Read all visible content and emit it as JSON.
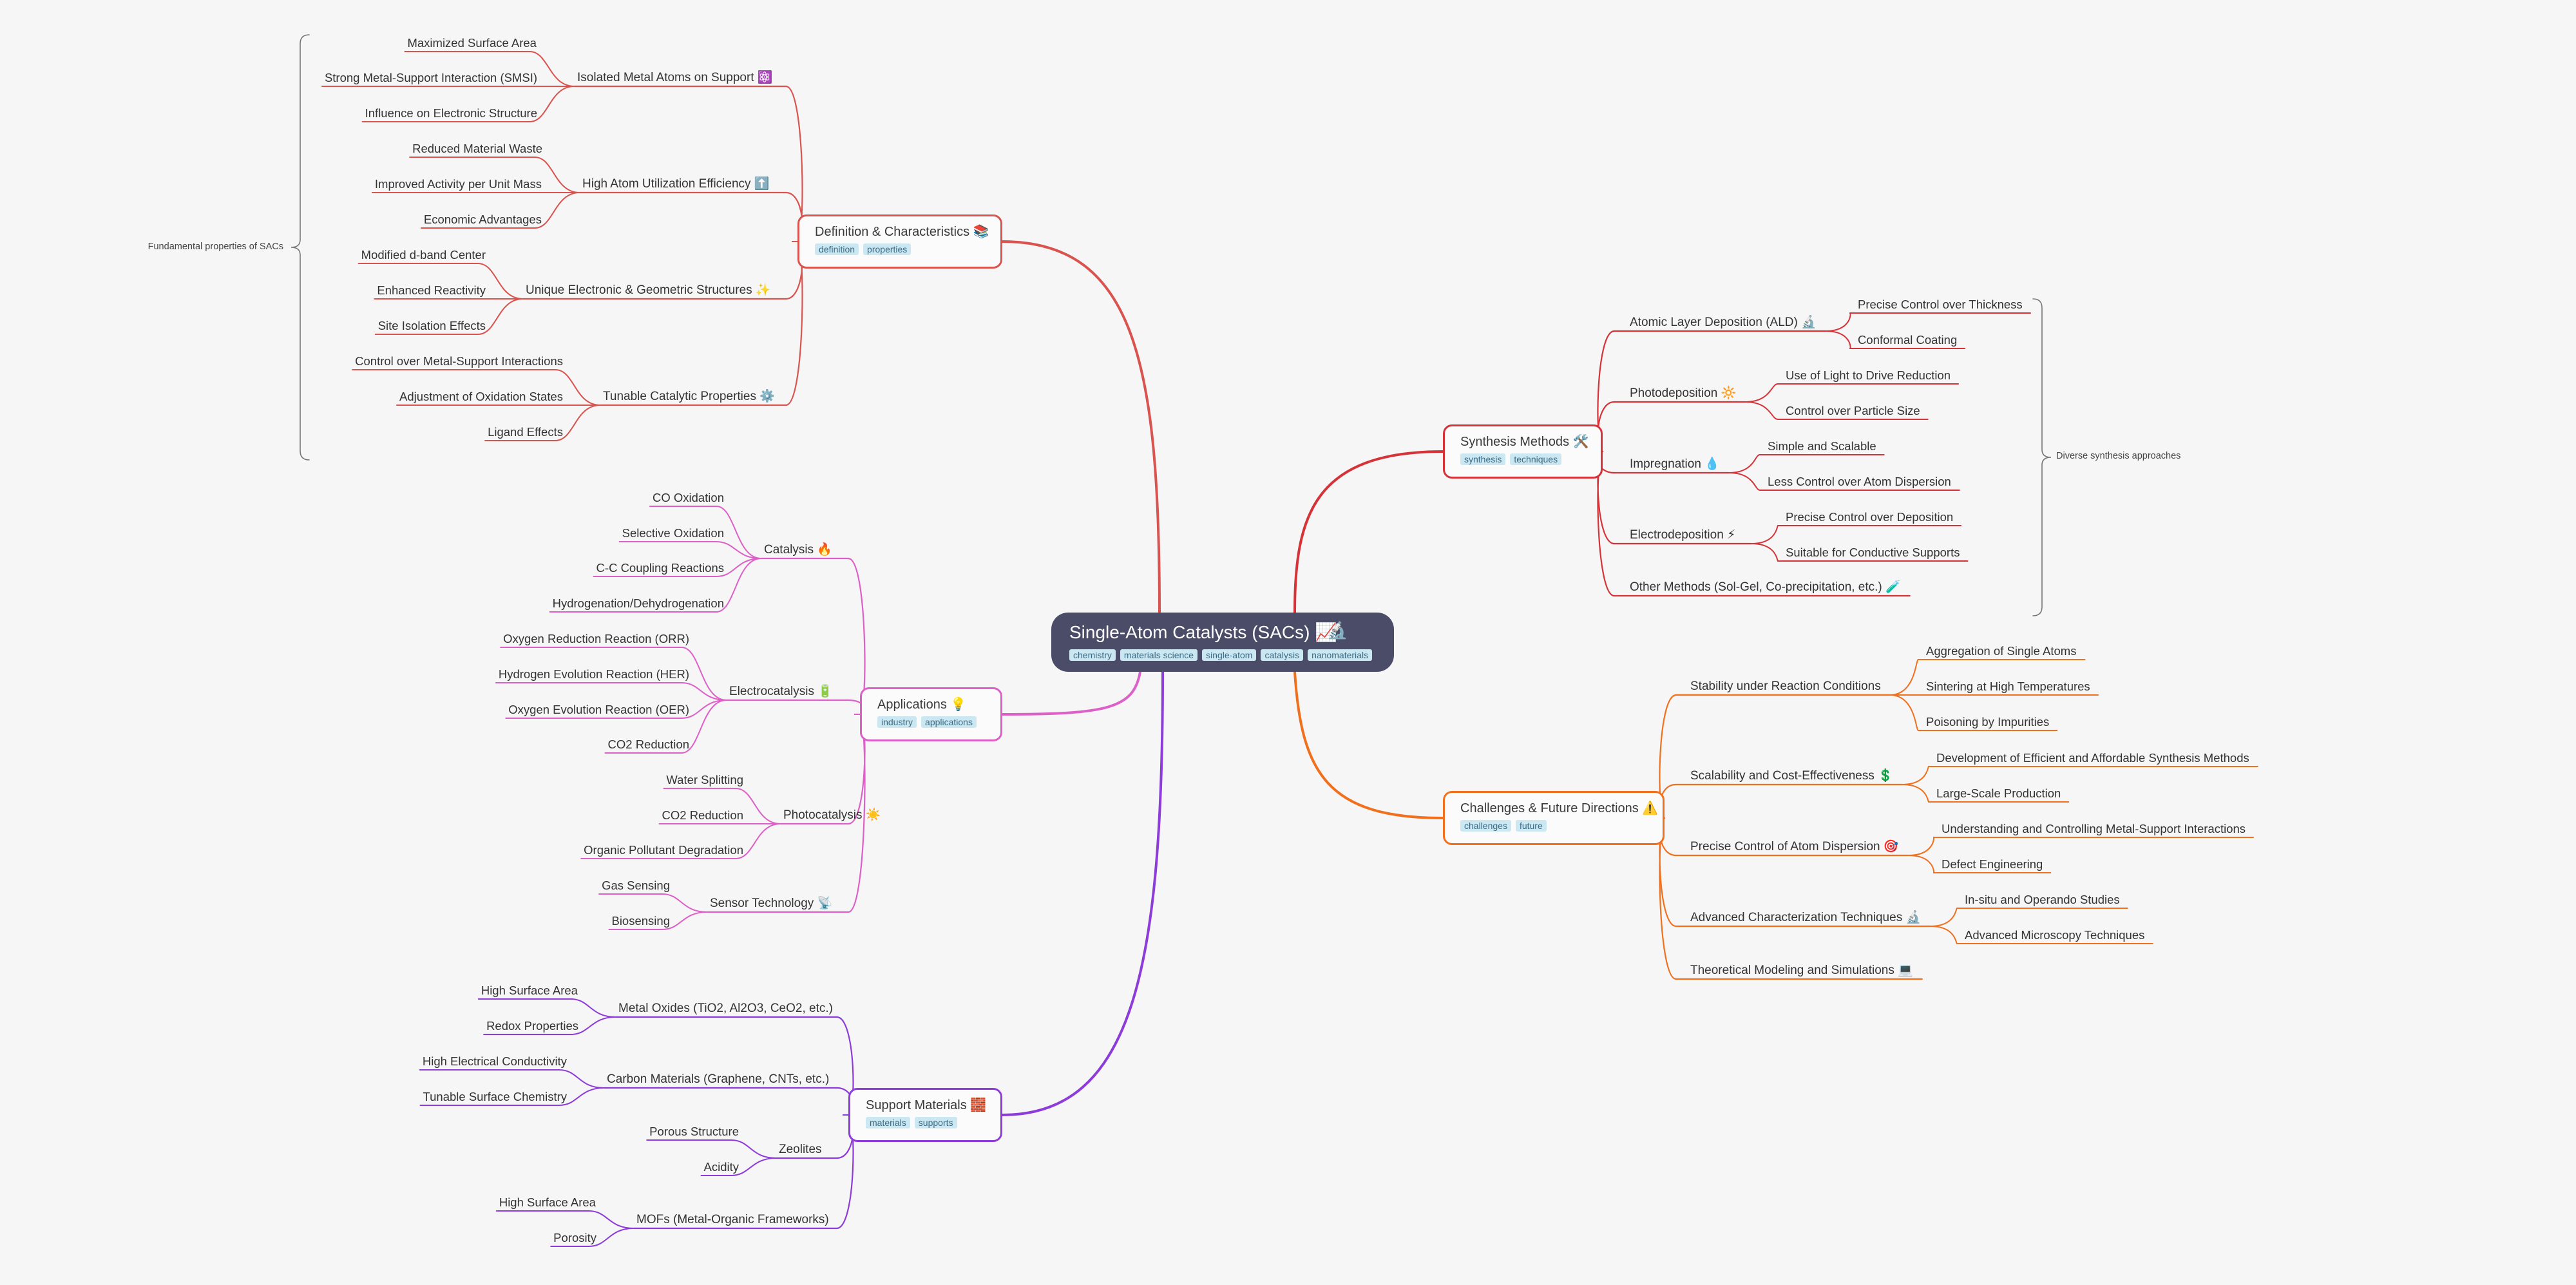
{
  "root": {
    "title": "Single-Atom Catalysts (SACs) 📈",
    "icon": "🔬",
    "tags": [
      "chemistry",
      "materials science",
      "single-atom",
      "catalysis",
      "nanomaterials"
    ]
  },
  "colors": {
    "definition": "#d9534f",
    "synthesis": "#d63339",
    "applications": "#dd5fc8",
    "challenges": "#f0701d",
    "support": "#8d3bd9",
    "root": "#4b4d68"
  },
  "branches": {
    "definition": {
      "title": "Definition & Characteristics 📚",
      "tags": [
        "definition",
        "properties"
      ],
      "note": "Fundamental properties of SACs",
      "children": [
        {
          "label": "Isolated Metal Atoms on Support ⚛️",
          "children": [
            "Maximized Surface Area",
            "Strong Metal-Support Interaction (SMSI)",
            "Influence on Electronic Structure"
          ]
        },
        {
          "label": "High Atom Utilization Efficiency ⬆️",
          "children": [
            "Reduced Material Waste",
            "Improved Activity per Unit Mass",
            "Economic Advantages"
          ]
        },
        {
          "label": "Unique Electronic & Geometric Structures ✨",
          "children": [
            "Modified d-band Center",
            "Enhanced Reactivity",
            "Site Isolation Effects"
          ]
        },
        {
          "label": "Tunable Catalytic Properties ⚙️",
          "children": [
            "Control over Metal-Support Interactions",
            "Adjustment of Oxidation States",
            "Ligand Effects"
          ]
        }
      ]
    },
    "applications": {
      "title": "Applications 💡",
      "tags": [
        "industry",
        "applications"
      ],
      "children": [
        {
          "label": "Catalysis 🔥",
          "children": [
            "CO Oxidation",
            "Selective Oxidation",
            "C-C Coupling Reactions",
            "Hydrogenation/Dehydrogenation"
          ]
        },
        {
          "label": "Electrocatalysis 🔋",
          "children": [
            "Oxygen Reduction Reaction (ORR)",
            "Hydrogen Evolution Reaction (HER)",
            "Oxygen Evolution Reaction (OER)",
            "CO2 Reduction"
          ]
        },
        {
          "label": "Photocatalysis ☀️",
          "children": [
            "Water Splitting",
            "CO2 Reduction",
            "Organic Pollutant Degradation"
          ]
        },
        {
          "label": "Sensor Technology 📡",
          "children": [
            "Gas Sensing",
            "Biosensing"
          ]
        }
      ]
    },
    "support": {
      "title": "Support Materials 🧱",
      "tags": [
        "materials",
        "supports"
      ],
      "children": [
        {
          "label": "Metal Oxides (TiO2, Al2O3, CeO2, etc.)",
          "children": [
            "High Surface Area",
            "Redox Properties"
          ]
        },
        {
          "label": "Carbon Materials (Graphene, CNTs, etc.)",
          "children": [
            "High Electrical Conductivity",
            "Tunable Surface Chemistry"
          ]
        },
        {
          "label": "Zeolites",
          "children": [
            "Porous Structure",
            "Acidity"
          ]
        },
        {
          "label": "MOFs (Metal-Organic Frameworks)",
          "children": [
            "High Surface Area",
            "Porosity"
          ]
        }
      ]
    },
    "synthesis": {
      "title": "Synthesis Methods 🛠️",
      "tags": [
        "synthesis",
        "techniques"
      ],
      "note": "Diverse synthesis approaches",
      "children": [
        {
          "label": "Atomic Layer Deposition (ALD) 🔬",
          "children": [
            "Precise Control over Thickness",
            "Conformal Coating"
          ]
        },
        {
          "label": "Photodeposition 🔆",
          "children": [
            "Use of Light to Drive Reduction",
            "Control over Particle Size"
          ]
        },
        {
          "label": "Impregnation 💧",
          "children": [
            "Simple and Scalable",
            "Less Control over Atom Dispersion"
          ]
        },
        {
          "label": "Electrodeposition ⚡",
          "children": [
            "Precise Control over Deposition",
            "Suitable for Conductive Supports"
          ]
        },
        {
          "label": "Other Methods (Sol-Gel, Co-precipitation, etc.) 🧪",
          "children": []
        }
      ]
    },
    "challenges": {
      "title": "Challenges & Future Directions ⚠️",
      "tags": [
        "challenges",
        "future"
      ],
      "children": [
        {
          "label": "Stability under Reaction Conditions",
          "children": [
            "Aggregation of Single Atoms",
            "Sintering at High Temperatures",
            "Poisoning by Impurities"
          ]
        },
        {
          "label": "Scalability and Cost-Effectiveness 💲",
          "children": [
            "Development of Efficient and Affordable Synthesis Methods",
            "Large-Scale Production"
          ]
        },
        {
          "label": "Precise Control of Atom Dispersion 🎯",
          "children": [
            "Understanding and Controlling Metal-Support Interactions",
            "Defect Engineering"
          ]
        },
        {
          "label": "Advanced Characterization Techniques 🔬",
          "children": [
            "In-situ and Operando Studies",
            "Advanced Microscopy Techniques"
          ]
        },
        {
          "label": "Theoretical Modeling and Simulations 💻",
          "children": []
        }
      ]
    }
  }
}
